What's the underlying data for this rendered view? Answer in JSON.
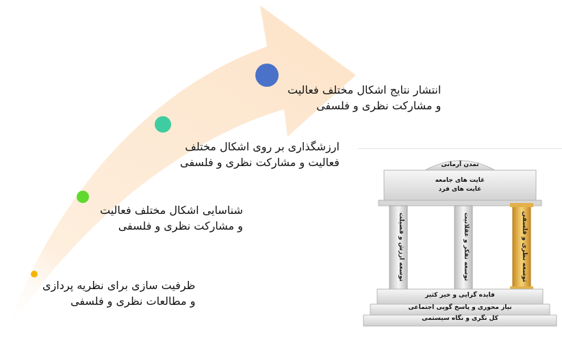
{
  "colors": {
    "arrow_fill": "#fde7cf",
    "dot_gold": "#f5b400",
    "dot_green": "#5fd92e",
    "dot_teal": "#3fcca0",
    "dot_blue": "#4a72c8",
    "pillar_gold": "#e8b54a"
  },
  "steps": [
    {
      "line1": "ظرفیت سازی برای نظریه پردازی",
      "line2": "و مطالعات نظری و فلسفی"
    },
    {
      "line1": "شناسایی اشکال مختلف فعالیت",
      "line2": "و مشارکت نظری و فلسفی"
    },
    {
      "line1": "ارزشگذاری بر روی اشکال مختلف",
      "line2": "فعالیت و مشارکت نظری و فلسفی"
    },
    {
      "line1": "انتشار نتایج اشکال مختلف فعالیت",
      "line2": "و مشارکت نظری و فلسفی"
    }
  ],
  "temple": {
    "top_title": "تمدن آرمانی",
    "roof_line1": "غایت های جامعه",
    "roof_line2": "غایت های فرد",
    "pillars": [
      "توسعه ارزش و فضیلت",
      "توسعه تفکر و عقلانیت",
      "توسعه نظری و فلسفی"
    ],
    "base_line1": "فایده گرایی و خیر کثیر",
    "base_line2": "نیاز محوری و پاسخ گویی اجتماعی",
    "base_line3": "کل نگری و نگاه سیستمی"
  }
}
